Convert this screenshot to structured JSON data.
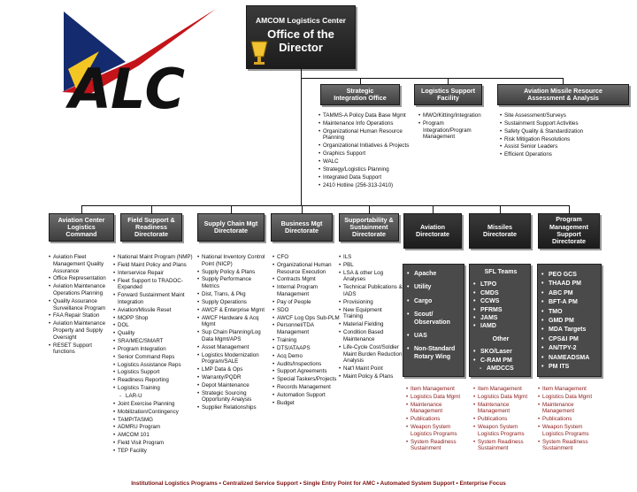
{
  "logo": {
    "text": "ALC"
  },
  "top": {
    "line1": "AMCOM Logistics Center",
    "line2": "Office of the",
    "line3": "Director"
  },
  "staff": [
    {
      "label": "Strategic Integration Office"
    },
    {
      "label": "Logistics Support Facility"
    },
    {
      "label": "Aviation Missile Resource Assessment & Analysis"
    }
  ],
  "staff_lists": {
    "sio": [
      "TAMMS-A Policy Data Base Mgmt",
      "Maintenance Info Operations",
      "Organizational Human Resource Planning",
      "Organizational Initiatives & Projects",
      "Graphics Support",
      "WALC",
      "Strategy/Logistics Planning",
      "Integrated Data Support",
      "2410 Hotline (256-313-2410)"
    ],
    "lsf": [
      "MWO/Kitting/Integration",
      "Program Integration/Program Management"
    ],
    "amraa": [
      "Site Assessment/Surveys",
      "Sustainment Support Activities",
      "Safety Quality & Standardization",
      "Risk Mitigation Resolutions",
      "Assist Senior Leaders",
      "Efficient Operations"
    ]
  },
  "directorates": [
    "Aviation Center Logistics Command",
    "Field Support & Readiness Directorate",
    "Supply Chain Mgt Directorate",
    "Business Mgt Directorate",
    "Supportability & Sustainment Directorate",
    "Aviation Directorate",
    "Missiles Directorate",
    "Program Management Support Directorate"
  ],
  "lists": {
    "aclc": [
      "Aviation Fleet Management Quality Assurance",
      "Office Representation",
      "Aviation Maintenance Operations Planning",
      "Quality Assurance Surveillance Program",
      "FAA Repair Station",
      "Aviation Maintenance Property and Supply Oversight",
      "RESET Support functions"
    ],
    "fsrd": [
      "National Maint Program (NMP)",
      "Field Maint Policy and Plans",
      "Interservice Repair",
      "Fleet Support to TRADOC-Expanded",
      "Forward Sustainment Maint Integration",
      "Aviation/Missile Reset",
      "MOPP Shop",
      "DOL",
      "Quality",
      "SRA/MEC/SMART",
      "Program Integration",
      "Senior Command Reps",
      "Logistics Assistance Reps",
      "Logistics Support",
      "Readiness Reporting",
      "Logistics Training",
      "LAR-U",
      "Joint Exercise Planning",
      "Mobilization/Contingency",
      "TAMP/TASMG",
      "ADMRU Program",
      "AMCOM 101",
      "Field Visit Program",
      "TEP Facility"
    ],
    "scmd": [
      "National Inventory Control Point (NICP)",
      "Supply Policy & Plans",
      "Supply Performance Metrics",
      "Dist, Trans, & Pkg",
      "Supply Operations",
      "AWCF & Enterprise Mgmt",
      "AWCF Hardware & Acq Mgmt",
      "Sup Chain Planning/Log Data Mgmt/APS",
      "Asset Management",
      "Logistics Modernization Program/SALE",
      "LMP Data & Ops",
      "Warranty/PQDR",
      "Depot Maintenance",
      "Strategic Sourcing Opportunity Analysis",
      "Supplier Relationships"
    ],
    "bmd": [
      "CFO",
      "Organizational Human Resource Execution",
      "Contracts Mgmt",
      "Internal Program Management",
      "Pay of People",
      "SDO",
      "AWCF Log Ops Sub-PLM",
      "Personnel/TDA Management",
      "Training",
      "DTS/ATAAPS",
      "Acq Demo",
      "Audits/Inspections",
      "Support Agreements",
      "Special Taskers/Projects",
      "Records Management",
      "Automation Support",
      "Budget"
    ],
    "ssd": [
      "ILS",
      "PBL",
      "LSA & other Log Analyses",
      "Technical Publications & IADS",
      "Provisioning",
      "New Equipment Training",
      "Material Fielding",
      "Condition Based Maintenance",
      "Life-Cycle Cost/Soldier Maint Burden Reduction Analysis",
      "Nat'l Maint Point",
      "Maint Policy & Plans"
    ]
  },
  "panels": {
    "aviation": [
      "Apache",
      "Utility",
      "Cargo",
      "Scout/ Observation",
      "UAS",
      "Non-Standard Rotary Wing"
    ],
    "missiles_heading": "SFL Teams",
    "missiles": [
      "LTPO",
      "CMDS",
      "CCWS",
      "PFRMS",
      "JAMS",
      "IAMD"
    ],
    "missiles_other_heading": "Other",
    "missiles_other": [
      "SKO/Laser",
      "C-RAM PM"
    ],
    "missiles_other_sub": "AMDCCS",
    "pmsd": [
      "PEO GCS",
      "THAAD PM",
      "ABC PM",
      "BFT-A PM",
      "TMO",
      "GMD PM",
      "MDA Targets",
      "CPS&I PM",
      "AN/TPY-2",
      "NAMEADSMA",
      "PM ITS"
    ]
  },
  "red_lists": {
    "aviation": [
      "Item Management",
      "Logistics Data Mgmt",
      "Maintenance Management",
      "Publications",
      "Weapon System Logistics Programs",
      "System Readiness Sustainment"
    ],
    "missiles": [
      "Item Management",
      "Logistics Data Mgmt",
      "Maintenance Management",
      "Publications",
      "Weapon System Logistics Programs",
      "System Readiness Sustainment"
    ],
    "pmsd": [
      "Item Management",
      "Logistics Data Mgmt",
      "Maintenance Management",
      "Publications",
      "Weapon System Logistics Programs",
      "System Readiness Sustainment"
    ]
  },
  "footer": "Institutional Logistics Programs  •  Centralized Service Support  •  Single Entry Point for AMC  •  Automated System Support  •  Enterprise Focus"
}
